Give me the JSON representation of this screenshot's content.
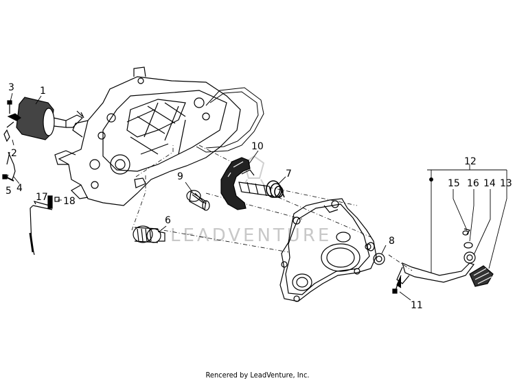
{
  "diagram": {
    "callouts": [
      {
        "id": "c1",
        "label": "1"
      },
      {
        "id": "c2",
        "label": "2"
      },
      {
        "id": "c3",
        "label": "3"
      },
      {
        "id": "c4",
        "label": "4"
      },
      {
        "id": "c5",
        "label": "5"
      },
      {
        "id": "c6",
        "label": "6"
      },
      {
        "id": "c7",
        "label": "7"
      },
      {
        "id": "c8",
        "label": "8"
      },
      {
        "id": "c9",
        "label": "9"
      },
      {
        "id": "c10",
        "label": "10"
      },
      {
        "id": "c11",
        "label": "11"
      },
      {
        "id": "c12",
        "label": "12"
      },
      {
        "id": "c13",
        "label": "13"
      },
      {
        "id": "c14",
        "label": "14"
      },
      {
        "id": "c15",
        "label": "15"
      },
      {
        "id": "c16",
        "label": "16"
      },
      {
        "id": "c17",
        "label": "17"
      },
      {
        "id": "c18",
        "label": "18"
      }
    ],
    "watermark": "LEADVENTURE"
  },
  "footer": {
    "credit": "Rencered by LeadVenture, Inc."
  }
}
